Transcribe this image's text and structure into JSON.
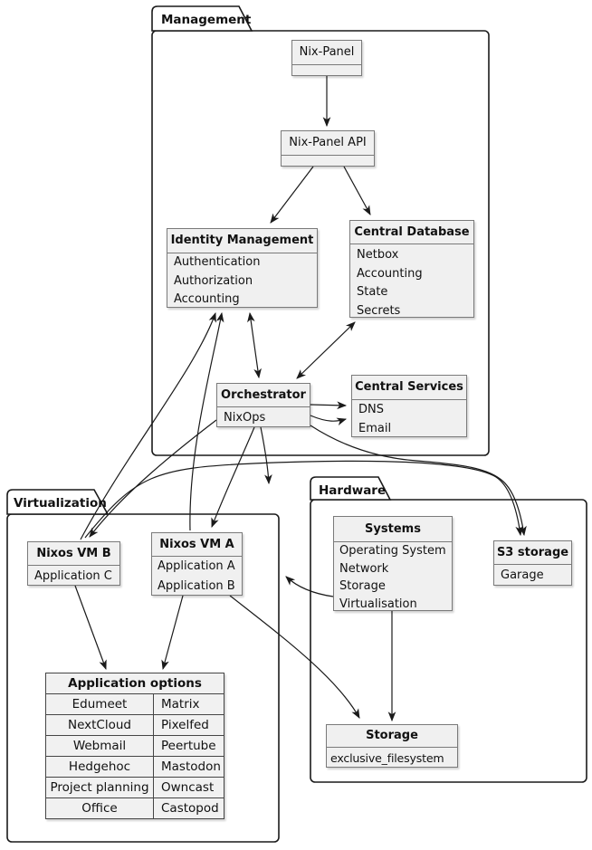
{
  "packages": {
    "management": {
      "title": "Management"
    },
    "virtualization": {
      "title": "Virtualization"
    },
    "hardware": {
      "title": "Hardware"
    }
  },
  "nodes": {
    "nix_panel": {
      "title": "Nix-Panel",
      "fields": []
    },
    "nix_panel_api": {
      "title": "Nix-Panel API",
      "fields": []
    },
    "identity_management": {
      "title": "Identity Management",
      "fields": [
        "Authentication",
        "Authorization",
        "Accounting"
      ]
    },
    "central_database": {
      "title": "Central Database",
      "fields": [
        "Netbox",
        "Accounting",
        "State",
        "Secrets"
      ]
    },
    "orchestrator": {
      "title": "Orchestrator",
      "fields": [
        "NixOps"
      ]
    },
    "central_services": {
      "title": "Central Services",
      "fields": [
        "DNS",
        "Email"
      ]
    },
    "nixos_vm_b": {
      "title": "Nixos VM B",
      "fields": [
        "Application C"
      ]
    },
    "nixos_vm_a": {
      "title": "Nixos VM A",
      "fields": [
        "Application A",
        "Application B"
      ]
    },
    "systems": {
      "title": "Systems",
      "fields": [
        "Operating System",
        "Network",
        "Storage",
        "Virtualisation"
      ]
    },
    "s3_storage": {
      "title": "S3 storage",
      "fields": [
        "Garage"
      ]
    },
    "storage": {
      "title": "Storage",
      "fields": [
        "exclusive_filesystem"
      ]
    },
    "application_options": {
      "title": "Application options",
      "rows": [
        [
          "Edumeet",
          "Matrix"
        ],
        [
          "NextCloud",
          "Pixelfed"
        ],
        [
          "Webmail",
          "Peertube"
        ],
        [
          "Hedgehoc",
          "Mastodon"
        ],
        [
          "Project planning",
          "Owncast"
        ],
        [
          "Office",
          "Castopod"
        ]
      ]
    }
  },
  "edges": [
    {
      "from": "Nix-Panel",
      "to": "Nix-Panel API",
      "direction": "one-way"
    },
    {
      "from": "Nix-Panel API",
      "to": "Identity Management",
      "direction": "one-way"
    },
    {
      "from": "Nix-Panel API",
      "to": "Central Database",
      "direction": "one-way"
    },
    {
      "from": "Identity Management",
      "to": "Orchestrator",
      "direction": "two-way"
    },
    {
      "from": "Central Database",
      "to": "Orchestrator",
      "direction": "two-way"
    },
    {
      "from": "Orchestrator",
      "to": "Central Services (DNS)",
      "direction": "one-way"
    },
    {
      "from": "Orchestrator",
      "to": "Central Services (Email)",
      "direction": "one-way"
    },
    {
      "from": "Orchestrator",
      "to": "Nixos VM A",
      "direction": "one-way"
    },
    {
      "from": "Orchestrator",
      "to": "Virtualization",
      "direction": "one-way"
    },
    {
      "from": "Orchestrator",
      "to": "Nixos VM B",
      "direction": "one-way"
    },
    {
      "from": "Orchestrator",
      "to": "S3 storage",
      "direction": "one-way"
    },
    {
      "from": "Nixos VM B",
      "to": "Identity Management",
      "direction": "one-way"
    },
    {
      "from": "Nixos VM A",
      "to": "Identity Management",
      "direction": "one-way"
    },
    {
      "from": "Nixos VM B",
      "to": "S3 storage",
      "direction": "one-way"
    },
    {
      "from": "Nixos VM A",
      "to": "Storage",
      "direction": "one-way"
    },
    {
      "from": "Nixos VM B",
      "to": "Application options",
      "direction": "one-way"
    },
    {
      "from": "Nixos VM A",
      "to": "Application options",
      "direction": "one-way"
    },
    {
      "from": "Systems",
      "to": "Storage",
      "direction": "one-way"
    },
    {
      "from": "Systems",
      "to": "Virtualization",
      "direction": "one-way"
    }
  ],
  "colors": {
    "background": "#ffffff",
    "node_fill": "#f0f0f0",
    "node_border": "#7a7a7a",
    "package_border": "#1a1a1a",
    "edge": "#1a1a1a",
    "table_border": "#454545"
  }
}
